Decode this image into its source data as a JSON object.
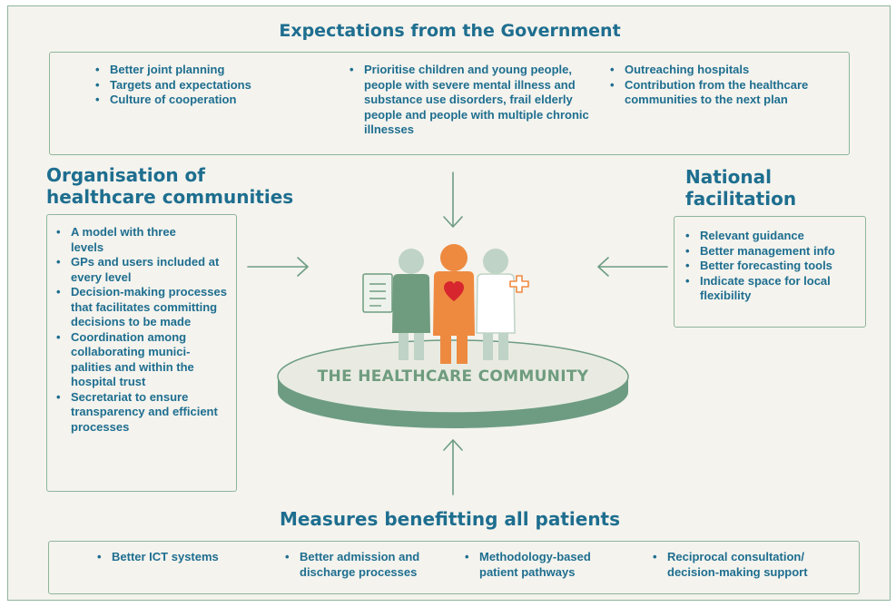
{
  "government": {
    "title": "Expectations from the Government",
    "col1": [
      "Better joint planning",
      "Targets and expectations",
      "Culture of cooperation"
    ],
    "col2": [
      "Prioritise children and young people, people with severe mental illness and substance use disorders, frail elderly people and people with multiple chronic illnesses"
    ],
    "col3": [
      "Outreaching hospitals",
      "Contribution from the healthcare communities to the next plan"
    ]
  },
  "organisation": {
    "title_line1": "Organisation of",
    "title_line2": "healthcare communities",
    "items": [
      "A model with three levels",
      "GPs and users included at every level",
      "Decision-making processes that facilitates committing decisions to be made",
      "Coordination among collaborating munici-palities and within the hospital trust",
      "Secretariat to ensure transparency and efficient processes"
    ]
  },
  "national": {
    "title_line1": "National",
    "title_line2": "facilitation",
    "items": [
      "Relevant guidance",
      "Better management info",
      "Better forecasting tools",
      "Indicate space for local flexibility"
    ]
  },
  "center": {
    "label": "THE HEALTHCARE COMMUNITY"
  },
  "measures": {
    "title": "Measures benefitting all patients",
    "items": [
      "Better ICT systems",
      "Better admission and discharge processes",
      "Methodology-based patient pathways",
      "Reciprocal consultation/ decision-making support"
    ]
  },
  "colors": {
    "accent_blue": "#1e6e8f",
    "border_green": "#8fb59a",
    "platform_green": "#6d9c82",
    "figure_green": "#6f9c7f",
    "figure_orange": "#ee8a40",
    "figure_light": "#bfd3c6",
    "heart_red": "#d8262f",
    "background": "#f4f3ee"
  },
  "icons": [
    "clipboard-icon",
    "heart-icon",
    "medical-cross-icon",
    "arrow-down-icon",
    "arrow-up-icon",
    "arrow-right-icon",
    "arrow-left-icon"
  ]
}
